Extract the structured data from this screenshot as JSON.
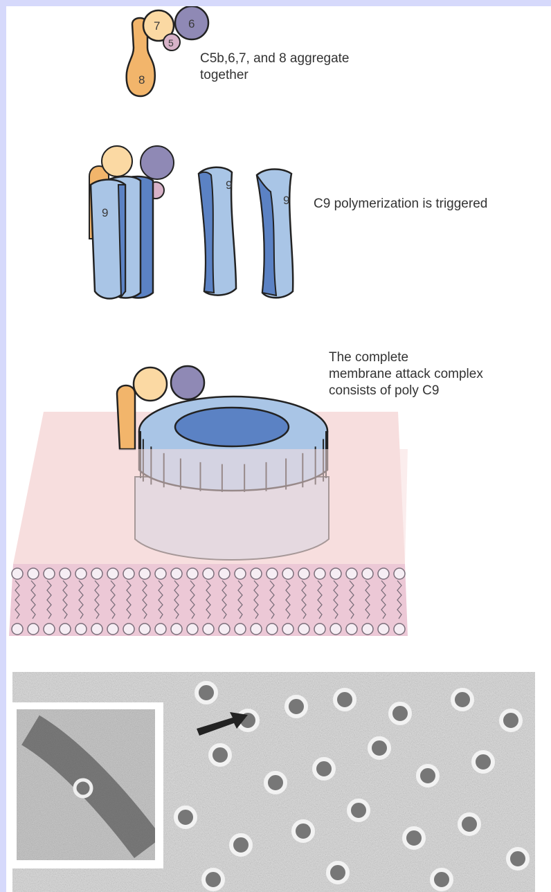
{
  "labels": {
    "step1": "C5b,6,7, and 8 aggregate\n     together",
    "step2": "C9 polymerization is triggered",
    "step3": "The complete\nmembrane attack complex\nconsists of poly C9"
  },
  "protein_labels": {
    "c5": "5",
    "c6": "6",
    "c7": "7",
    "c8": "8",
    "c9": "9"
  },
  "colors": {
    "border": "#d6d9fb",
    "c8": "#f2b56b",
    "c7": "#fbd9a3",
    "c6": "#8f89b5",
    "c5": "#d7b2c8",
    "c9_light": "#a9c5e6",
    "c9_dark": "#5b82c4",
    "membrane": "#f7dede"
  },
  "icons": {
    "arrow": "arrow-pointer-icon"
  }
}
